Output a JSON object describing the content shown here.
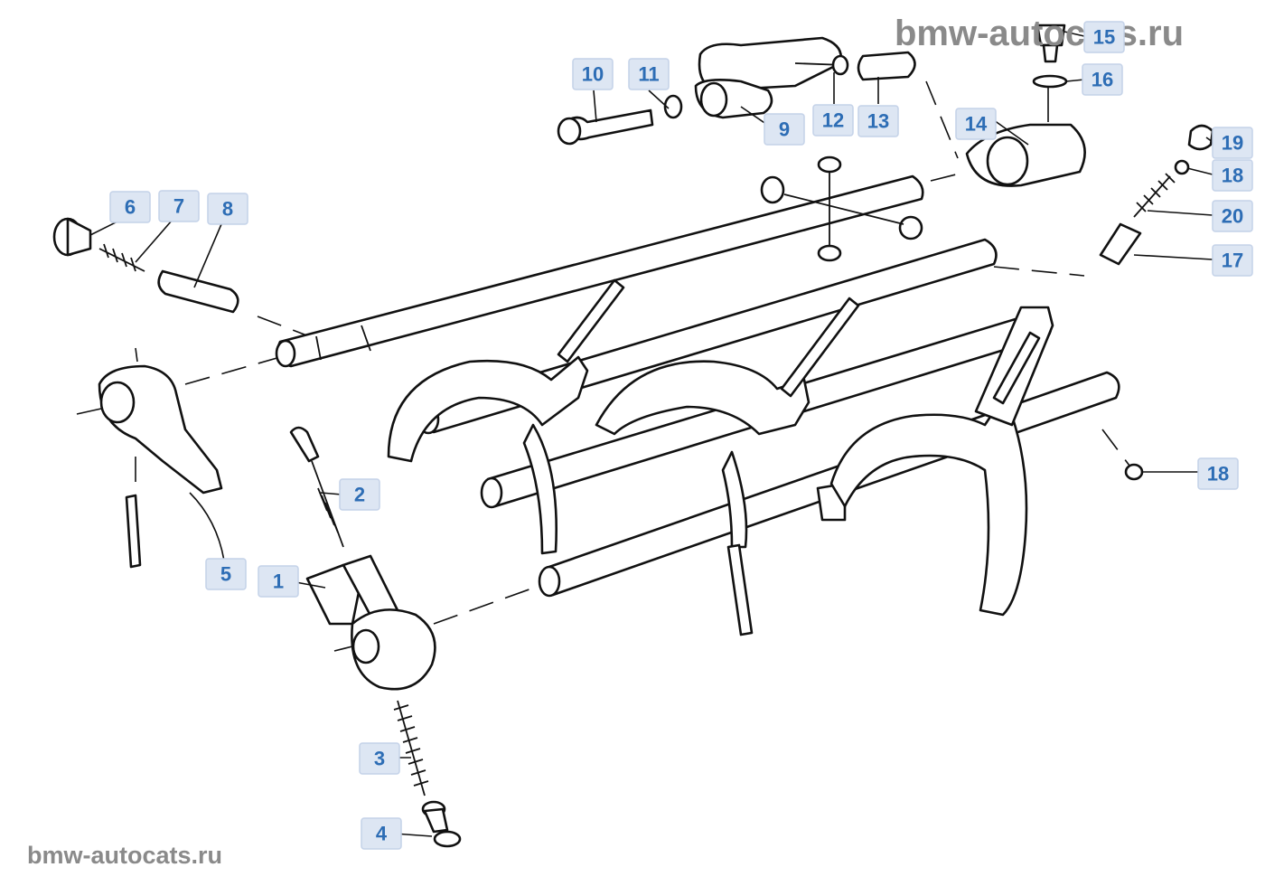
{
  "watermarks": {
    "top": "bmw-autocats.ru",
    "bottom": "bmw-autocats.ru"
  },
  "callouts": [
    {
      "id": "1",
      "label": "1"
    },
    {
      "id": "2",
      "label": "2"
    },
    {
      "id": "3",
      "label": "3"
    },
    {
      "id": "4",
      "label": "4"
    },
    {
      "id": "5",
      "label": "5"
    },
    {
      "id": "6",
      "label": "6"
    },
    {
      "id": "7",
      "label": "7"
    },
    {
      "id": "8",
      "label": "8"
    },
    {
      "id": "9",
      "label": "9"
    },
    {
      "id": "10",
      "label": "10"
    },
    {
      "id": "11",
      "label": "11"
    },
    {
      "id": "12",
      "label": "12"
    },
    {
      "id": "13",
      "label": "13"
    },
    {
      "id": "14",
      "label": "14"
    },
    {
      "id": "15",
      "label": "15"
    },
    {
      "id": "16",
      "label": "16"
    },
    {
      "id": "17",
      "label": "17"
    },
    {
      "id": "18a",
      "label": "18"
    },
    {
      "id": "18b",
      "label": "18"
    },
    {
      "id": "19",
      "label": "19"
    },
    {
      "id": "20",
      "label": "20"
    }
  ],
  "colors": {
    "callout_fill": "#dde6f3",
    "callout_text": "#2d6db5",
    "watermark": "#8a8a8a",
    "line": "#111111"
  }
}
